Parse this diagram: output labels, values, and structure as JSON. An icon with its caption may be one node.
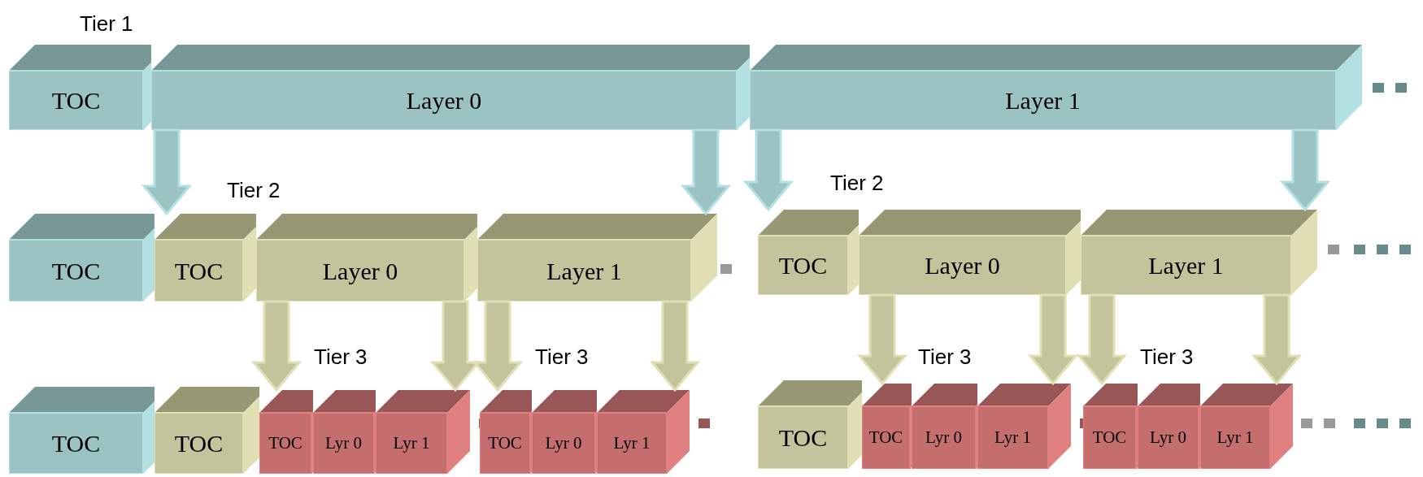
{
  "diagram": {
    "nodes": [
      {
        "text": [
          "TOC"
        ]
      },
      {
        "text": [
          "Layer 0"
        ]
      },
      {
        "text": [
          "Layer 1"
        ]
      },
      {
        "text": [
          "TOC"
        ]
      },
      {
        "text": [
          "TOC"
        ]
      },
      {
        "text": [
          "Layer 0"
        ]
      },
      {
        "text": [
          "Layer 1"
        ]
      },
      {
        "text": [
          "TOC"
        ]
      },
      {
        "text": [
          "Layer 0"
        ]
      },
      {
        "text": [
          "Layer 1"
        ]
      },
      {
        "text": [
          "TOC"
        ]
      },
      {
        "text": [
          "TOC"
        ]
      },
      {
        "text": [
          "TOC"
        ]
      },
      {
        "text": [
          "Lyr 0"
        ]
      },
      {
        "text": [
          "Lyr 1"
        ]
      },
      {
        "text": [
          "TOC"
        ]
      },
      {
        "text": [
          "Lyr 0"
        ]
      },
      {
        "text": [
          "Lyr 1"
        ]
      },
      {
        "text": [
          "TOC"
        ]
      },
      {
        "text": [
          "TOC"
        ]
      },
      {
        "text": [
          "Lyr 0"
        ]
      },
      {
        "text": [
          "Lyr 1"
        ]
      },
      {
        "text": [
          "TOC"
        ]
      },
      {
        "text": [
          "Lyr 0"
        ]
      },
      {
        "text": [
          "Lyr 1"
        ]
      }
    ],
    "edges": [
      {
        "from": 1,
        "to": 4,
        "arrow": "to",
        "color": "#9cc3c4"
      },
      {
        "from": 1,
        "to": 6,
        "arrow": "to",
        "color": "#9cc3c4"
      },
      {
        "from": 2,
        "to": 7,
        "arrow": "to",
        "color": "#9cc3c4"
      },
      {
        "from": 2,
        "to": 9,
        "arrow": "to",
        "color": "#9cc3c4"
      },
      {
        "from": 5,
        "to": 12,
        "arrow": "to"
      },
      {
        "from": 5,
        "to": 14,
        "arrow": "to"
      },
      {
        "from": 6,
        "to": 15,
        "arrow": "to"
      },
      {
        "from": 6,
        "to": 17,
        "arrow": "to"
      },
      {
        "from": 8,
        "to": 19,
        "arrow": "to"
      },
      {
        "from": 8,
        "to": 21,
        "arrow": "to"
      },
      {
        "from": 9,
        "to": 22,
        "arrow": "to"
      },
      {
        "from": 9,
        "to": 24,
        "arrow": "to"
      }
    ],
    "labels": [
      "Tier 1",
      "Tier 2",
      "Tier 2",
      "Tier 3",
      "Tier 3",
      "Tier 3",
      "Tier 3"
    ]
  }
}
